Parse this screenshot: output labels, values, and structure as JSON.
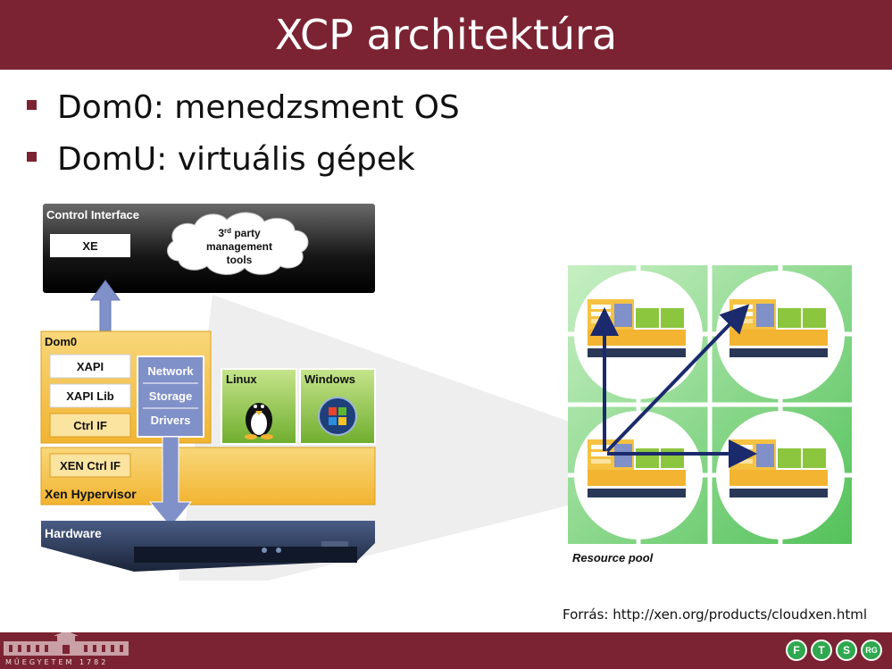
{
  "title": "XCP architektúra",
  "bullets": [
    "Dom0: menedzsment OS",
    "DomU: virtuális gépek"
  ],
  "diagram": {
    "control_interface": "Control Interface",
    "xe": "XE",
    "cloud_line1": "3",
    "cloud_sup": "rd",
    "cloud_line1_rest": " party",
    "cloud_line2": "management",
    "cloud_line3": "tools",
    "dom0": "Dom0",
    "xapi": "XAPI",
    "xapi_lib": "XAPI Lib",
    "ctrl_if": "Ctrl IF",
    "network": "Network",
    "storage": "Storage",
    "drivers": "Drivers",
    "linux": "Linux",
    "windows": "Windows",
    "xen_ctrl_if": "XEN Ctrl IF",
    "xen_hypervisor": "Xen Hypervisor",
    "hardware": "Hardware",
    "resource_pool": "Resource pool"
  },
  "source": "Forrás: http://xen.org/products/cloudxen.html",
  "footer": {
    "university": "MŰEGYETEM 1782",
    "logos": [
      "F",
      "T",
      "S",
      "RG"
    ]
  },
  "colors": {
    "brand": "#7b2332",
    "dom0_orange": "#f5c242",
    "blue_arrow": "#8090c8",
    "green_vm": "#8cc63f",
    "navy": "#1a2a6c"
  }
}
